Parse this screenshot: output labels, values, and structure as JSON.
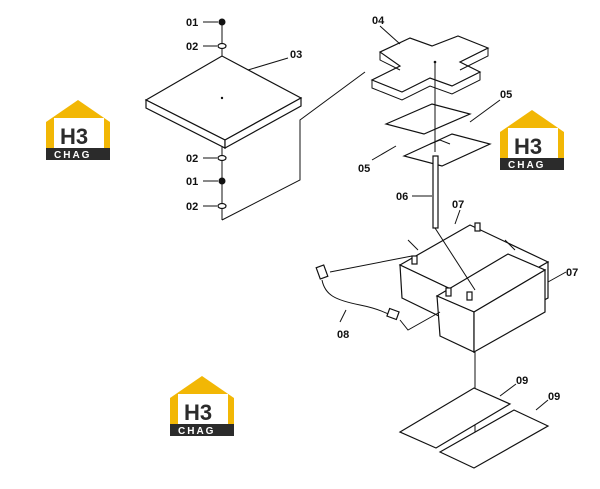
{
  "callouts": {
    "c01_top": "01",
    "c02_top": "02",
    "c03": "03",
    "c02_mid": "02",
    "c01_mid": "01",
    "c02_bot": "02",
    "c04": "04",
    "c05_right": "05",
    "c05_left": "05",
    "c06": "06",
    "c07_top": "07",
    "c07_right": "07",
    "c08": "08",
    "c09_left": "09",
    "c09_right": "09"
  },
  "watermarks": [
    {
      "mark": "H3",
      "text": "CHAG"
    },
    {
      "mark": "H3",
      "text": "CHAG"
    },
    {
      "mark": "H3",
      "text": "CHAG"
    }
  ],
  "colors": {
    "logo_gold": "#f2b705",
    "logo_dark": "#2b2b2b",
    "line": "#111111"
  }
}
